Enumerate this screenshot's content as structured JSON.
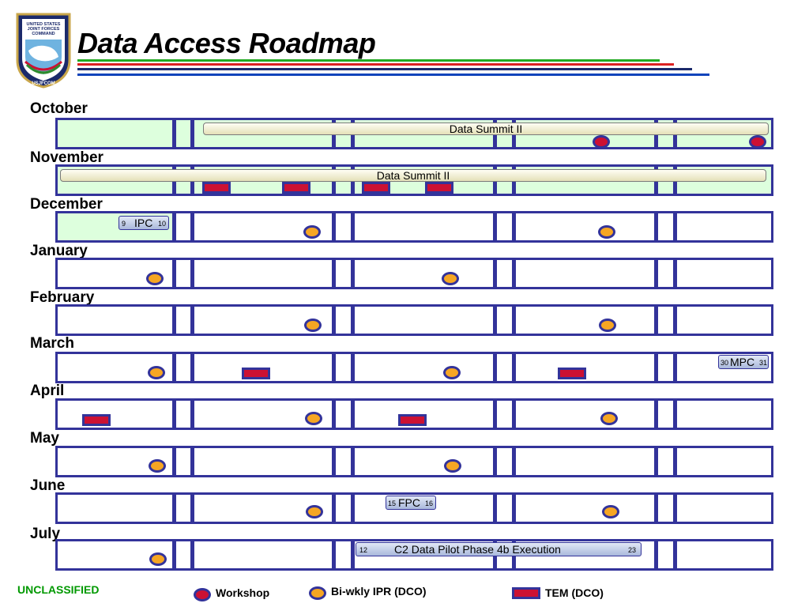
{
  "header": {
    "title": "Data Access Roadmap",
    "logo_text": [
      "UNITED STATES",
      "JOINT FORCES",
      "COMMAND"
    ],
    "logo_bottom_text": "USJFCOM"
  },
  "months": [
    "October",
    "November",
    "December",
    "January",
    "February",
    "March",
    "April",
    "May",
    "June",
    "July"
  ],
  "bars": {
    "data_summit_oct": "Data Summit II",
    "data_summit_nov": "Data Summit II",
    "ipc": {
      "start": "9",
      "label": "IPC",
      "end": "10"
    },
    "mpc": {
      "start": "30",
      "label": "MPC",
      "end": "31"
    },
    "fpc": {
      "start": "15",
      "label": "FPC",
      "end": "16"
    },
    "c2": {
      "start": "12",
      "label": "C2 Data Pilot Phase 4b Execution",
      "end": "23"
    }
  },
  "footer": {
    "classification": "UNCLASSIFIED",
    "legend_workshop": "Workshop",
    "legend_ipr": "Bi-wkly IPR (DCO)",
    "legend_tem": "TEM (DCO)"
  },
  "colors": {
    "frame": "#33339a",
    "shaded_cell": "#ddffdd",
    "ipr": "#f6a623",
    "workshop": "#cc1133",
    "tem": "#cc1133",
    "classification": "#009900"
  }
}
